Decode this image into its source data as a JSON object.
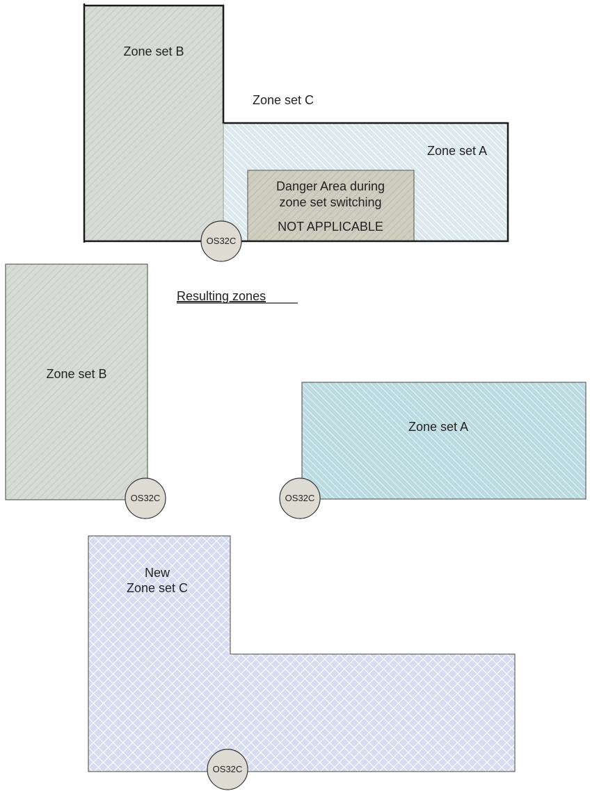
{
  "colors": {
    "zone_b_fill": "#d7dbd5",
    "zone_a_fill": "#dce9ec",
    "zone_a_result_fill": "#bcdbe1",
    "danger_fill": "#cfcdbf",
    "zone_c_fill": "#d8dcf0",
    "sensor_fill": "#dedcd2",
    "outline": "#1a1a1a"
  },
  "top_diagram": {
    "zone_b_label": "Zone set B",
    "zone_c_label": "Zone set C",
    "zone_a_label": "Zone set A",
    "danger_line1": "Danger Area during",
    "danger_line2": "zone set switching",
    "danger_line3": "NOT APPLICABLE",
    "sensor_label": "OS32C"
  },
  "section_heading": "Resulting zones",
  "result_b": {
    "label": "Zone set B",
    "sensor_label": "OS32C"
  },
  "result_a": {
    "label": "Zone set A",
    "sensor_label": "OS32C"
  },
  "new_zone_c": {
    "line1": "New",
    "line2": "Zone set C",
    "sensor_label": "OS32C"
  }
}
